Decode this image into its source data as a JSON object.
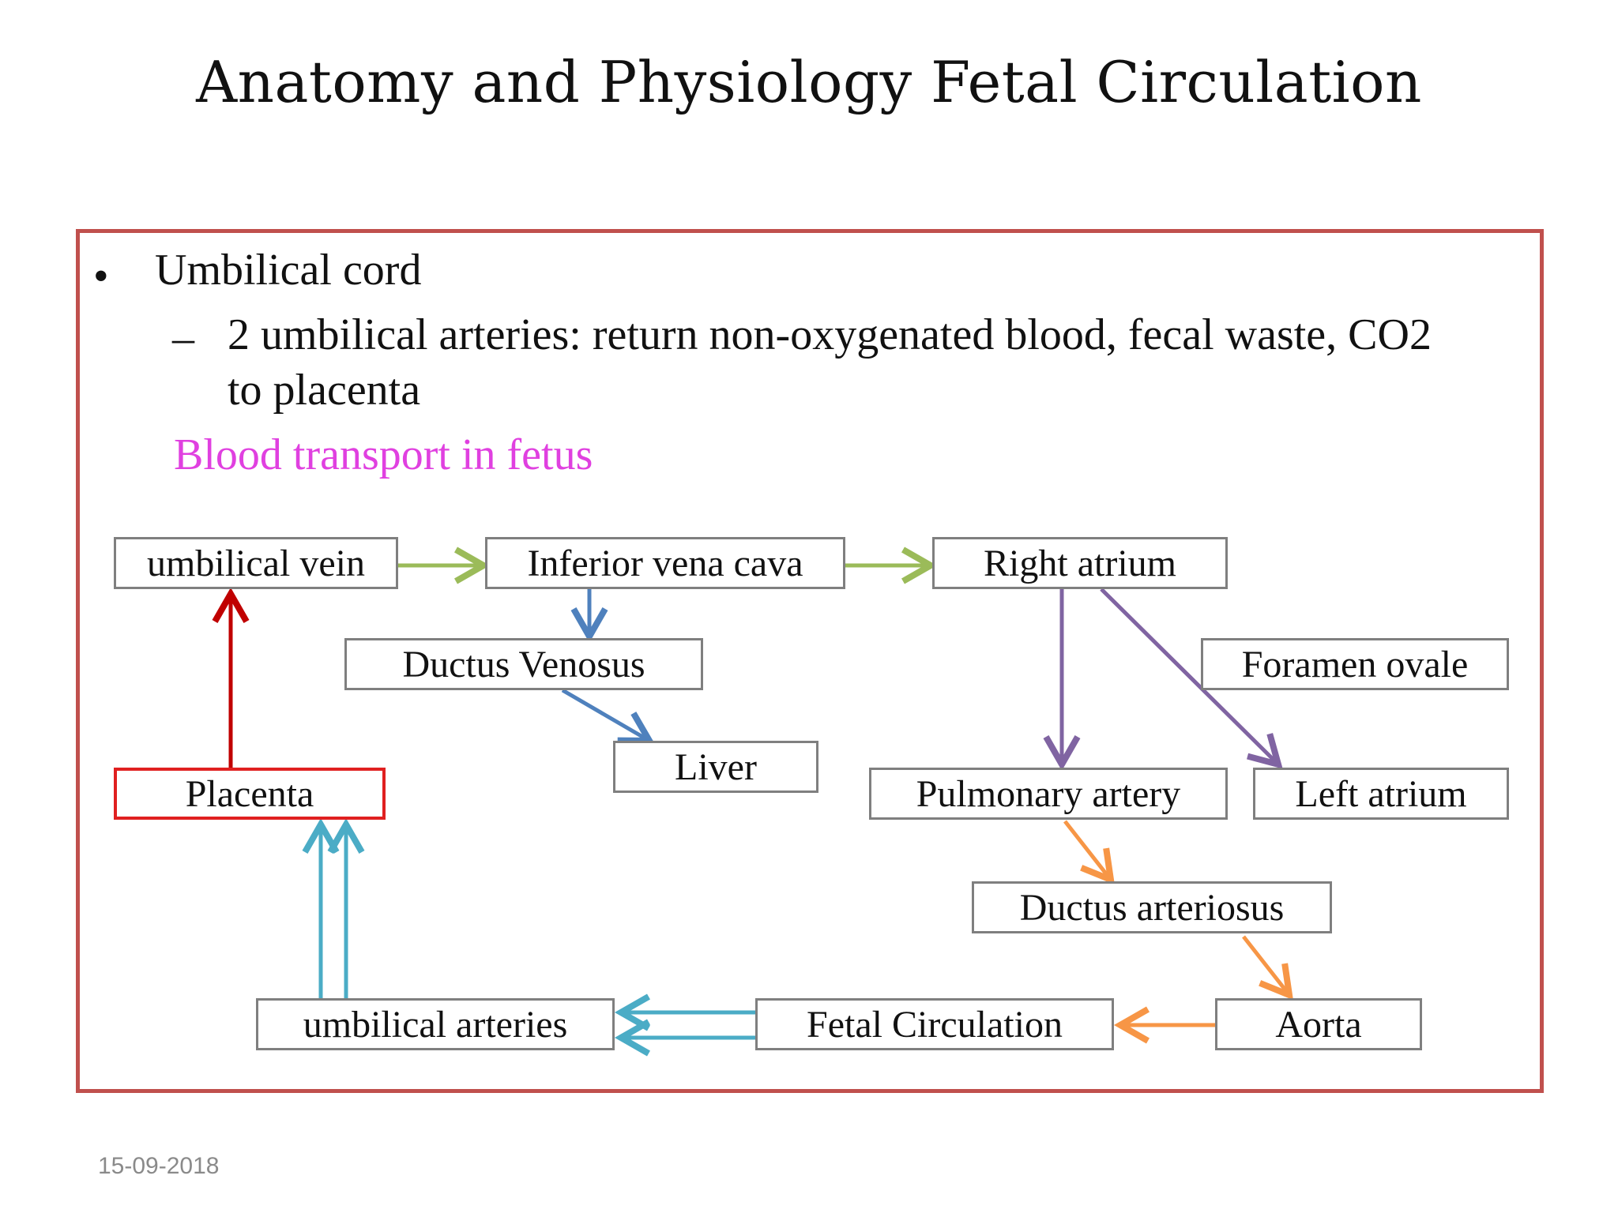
{
  "slide": {
    "title": "Anatomy and Physiology Fetal Circulation",
    "date": "15-09-2018"
  },
  "content": {
    "bullet_symbol": "•",
    "dash_symbol": "–",
    "bullet": "Umbilical cord",
    "sub_bullet_line1": "2 umbilical arteries: return non-oxygenated blood, fecal waste, CO2",
    "sub_bullet_line2": "to placenta",
    "diagram_heading": "Blood transport in fetus"
  },
  "diagram": {
    "nodes": {
      "umbilical_vein": "umbilical vein",
      "inferior_vena_cava": "Inferior vena cava",
      "right_atrium": "Right atrium",
      "ductus_venosus": "Ductus Venosus",
      "foramen_ovale": "Foramen ovale",
      "liver": "Liver",
      "placenta": "Placenta",
      "pulmonary_artery": "Pulmonary artery",
      "left_atrium": "Left atrium",
      "ductus_arteriosus": "Ductus arteriosus",
      "umbilical_arteries": "umbilical arteries",
      "fetal_circulation": "Fetal Circulation",
      "aorta": "Aorta"
    },
    "colors": {
      "frame": "#c0504d",
      "heading": "#e040e0",
      "green_arrow": "#9bbb59",
      "blue_arrow": "#4f81bd",
      "purple_arrow": "#8064a2",
      "orange_arrow": "#f79646",
      "teal_arrow": "#4bacc6",
      "red_arrow": "#c00000"
    }
  }
}
